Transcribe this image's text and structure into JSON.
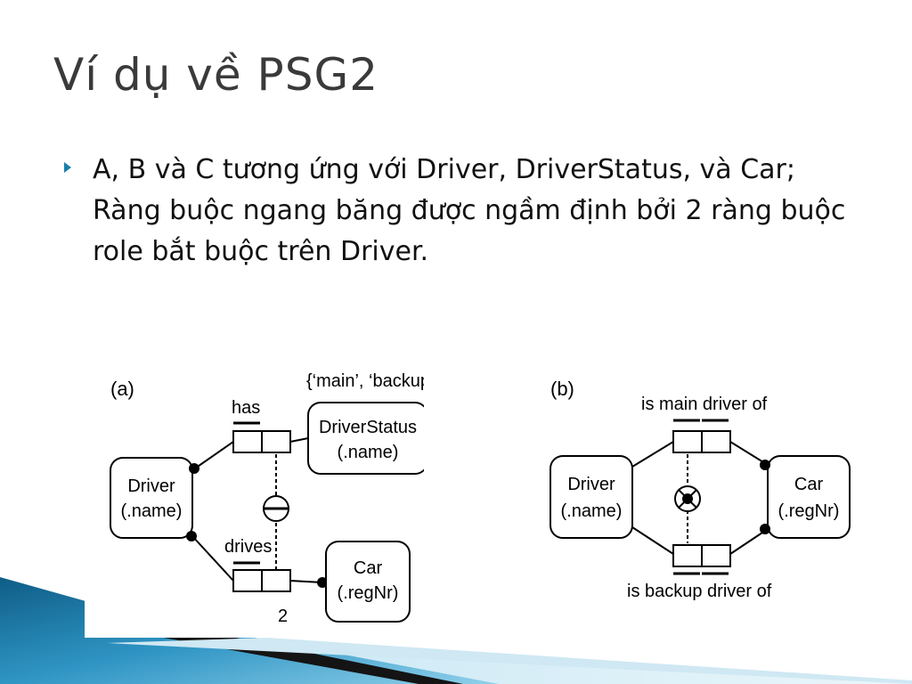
{
  "slide": {
    "title": "Ví dụ về PSG2",
    "bullet": "A, B và C tương ứng với  Driver,  DriverStatus, và Car; Ràng buộc ngang băng được ngầm định bởi 2 ràng buộc role bắt buộc trên Driver."
  },
  "colors": {
    "accent": "#1b7fa8",
    "title": "#3a3a3a",
    "text": "#111111"
  },
  "icons": {
    "bullet": "triangle-right-icon"
  },
  "diagram_a": {
    "label": "(a)",
    "value_constraint": "{‘main’, ‘backup’}",
    "fact_has": "has",
    "fact_drives": "drives",
    "frequency": "2",
    "driver": {
      "name": "Driver",
      "ref": "(.name)"
    },
    "driver_status": {
      "name": "DriverStatus",
      "ref": "(.name)"
    },
    "car": {
      "name": "Car",
      "ref": "(.regNr)"
    }
  },
  "diagram_b": {
    "label": "(b)",
    "fact_main": "is main driver of",
    "fact_backup": "is backup driver of",
    "driver": {
      "name": "Driver",
      "ref": "(.name)"
    },
    "car": {
      "name": "Car",
      "ref": "(.regNr)"
    }
  }
}
